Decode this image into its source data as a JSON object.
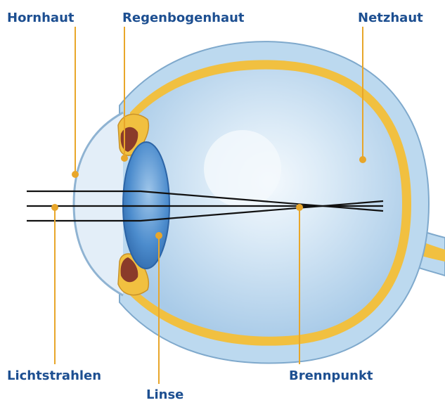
{
  "labels": {
    "hornhaut": "Hornhaut",
    "regenbogenhaut": "Regenbogenhaut",
    "netzhaut": "Netzhaut",
    "lichtstrahlen": "Lichtstrahlen",
    "brennpunkt": "Brennpunkt",
    "linse": "Linse"
  },
  "colors": {
    "label_text": "#1d4f91",
    "leader_line": "#e8a62a",
    "sclera": "#bcd9ef",
    "vitreous": "#d4e8f6",
    "retina": "#f1c040",
    "lens": "#4d8fcf",
    "iris": "#8a3b2a",
    "light_ray": "#111111"
  }
}
